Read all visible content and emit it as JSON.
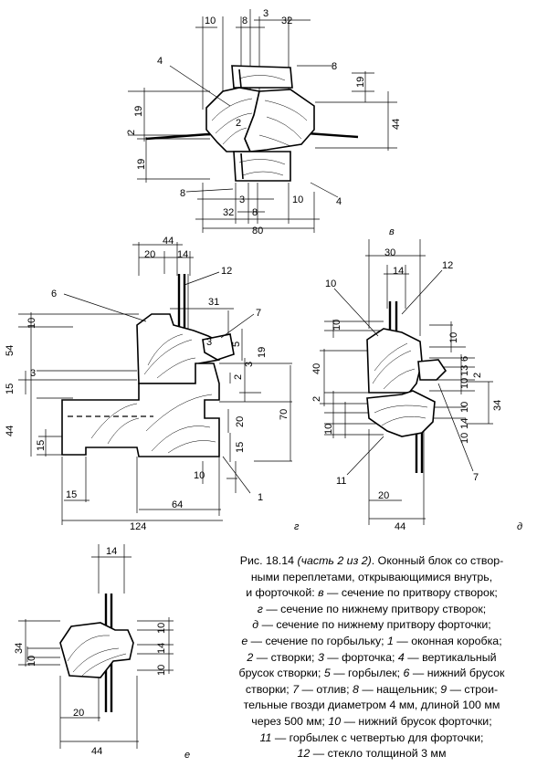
{
  "diagram": {
    "v": {
      "letter": "в",
      "dims": [
        "10",
        "8",
        "3",
        "32",
        "19",
        "2",
        "19",
        "44",
        "19",
        "3",
        "8",
        "10",
        "32",
        "80"
      ],
      "callouts": [
        "4",
        "8",
        "2",
        "8",
        "4"
      ]
    },
    "g": {
      "letter": "г",
      "dims": [
        "44",
        "20",
        "14",
        "31",
        "10",
        "54",
        "3",
        "5",
        "15",
        "3",
        "2",
        "3",
        "19",
        "70",
        "20",
        "44",
        "15",
        "15",
        "10",
        "15",
        "64",
        "124"
      ],
      "callouts": [
        "6",
        "12",
        "7",
        "1"
      ]
    },
    "d": {
      "letter": "д",
      "dims": [
        "30",
        "14",
        "10",
        "40",
        "10",
        "13",
        "6",
        "10",
        "2",
        "2",
        "10",
        "14",
        "10",
        "34",
        "10",
        "20",
        "44"
      ],
      "callouts": [
        "10",
        "12",
        "11",
        "7"
      ]
    },
    "e": {
      "letter": "е",
      "dims": [
        "14",
        "34",
        "10",
        "10",
        "14",
        "10",
        "20",
        "44"
      ]
    }
  },
  "caption": {
    "lines": [
      [
        {
          "t": "Рис. 18.14 ",
          "i": false
        },
        {
          "t": "(часть 2 из 2)",
          "i": true
        },
        {
          "t": ". Оконный блок со створ-",
          "i": false
        }
      ],
      [
        {
          "t": "ными переплетами, открывающимися внутрь,",
          "i": false
        }
      ],
      [
        {
          "t": "и форточкой: ",
          "i": false
        },
        {
          "t": "в",
          "i": true
        },
        {
          "t": " — сечение по притвору створок;",
          "i": false
        }
      ],
      [
        {
          "t": "г",
          "i": true
        },
        {
          "t": " — сечение по нижнему притвору створок;",
          "i": false
        }
      ],
      [
        {
          "t": "д",
          "i": true
        },
        {
          "t": " — сечение по нижнему притвору форточки;",
          "i": false
        }
      ],
      [
        {
          "t": "е",
          "i": true
        },
        {
          "t": " — сечение по горбыльку; ",
          "i": false
        },
        {
          "t": "1",
          "i": true
        },
        {
          "t": " — оконная коробка;",
          "i": false
        }
      ],
      [
        {
          "t": "2",
          "i": true
        },
        {
          "t": " — створки; ",
          "i": false
        },
        {
          "t": "3",
          "i": true
        },
        {
          "t": " — форточка; ",
          "i": false
        },
        {
          "t": "4",
          "i": true
        },
        {
          "t": " — вертикальный",
          "i": false
        }
      ],
      [
        {
          "t": "брусок створки; ",
          "i": false
        },
        {
          "t": "5",
          "i": true
        },
        {
          "t": " — горбылек; ",
          "i": false
        },
        {
          "t": "6",
          "i": true
        },
        {
          "t": " — нижний брусок",
          "i": false
        }
      ],
      [
        {
          "t": "створки; ",
          "i": false
        },
        {
          "t": "7",
          "i": true
        },
        {
          "t": " — отлив; ",
          "i": false
        },
        {
          "t": "8",
          "i": true
        },
        {
          "t": " — нащельник; ",
          "i": false
        },
        {
          "t": "9",
          "i": true
        },
        {
          "t": " — строи-",
          "i": false
        }
      ],
      [
        {
          "t": "тельные гвозди диаметром 4 мм, длиной 100 мм",
          "i": false
        }
      ],
      [
        {
          "t": "через 500 мм; ",
          "i": false
        },
        {
          "t": "10",
          "i": true
        },
        {
          "t": " — нижний брусок форточки;",
          "i": false
        }
      ],
      [
        {
          "t": "11",
          "i": true
        },
        {
          "t": " — горбылек с четвертью для форточки;",
          "i": false
        }
      ],
      [
        {
          "t": "12",
          "i": true
        },
        {
          "t": " — стекло толщиной 3 мм",
          "i": false
        }
      ]
    ]
  }
}
